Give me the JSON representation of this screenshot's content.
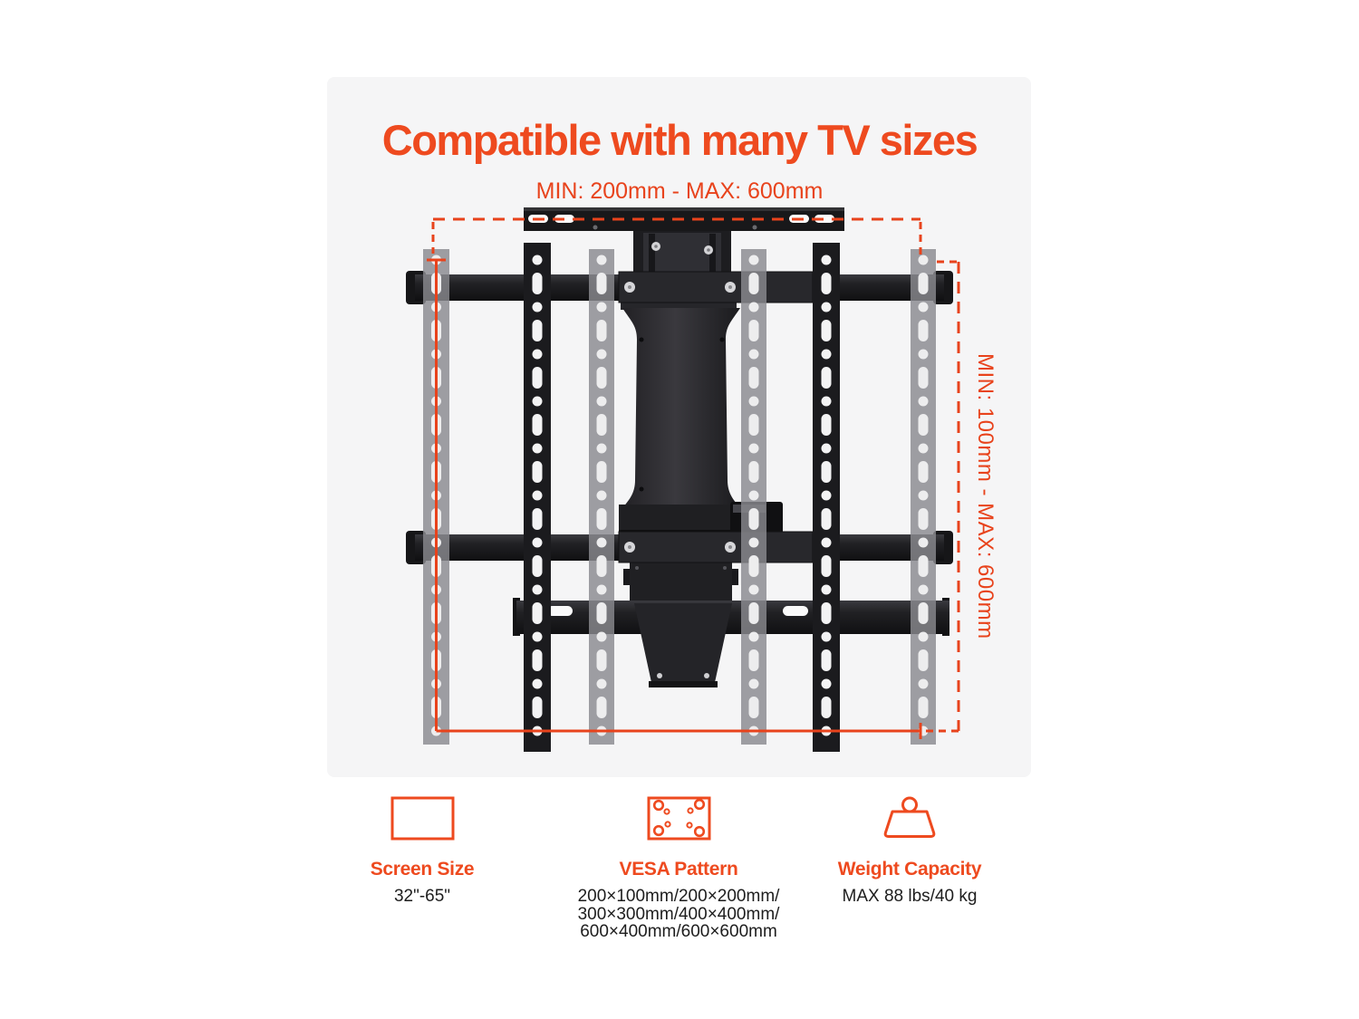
{
  "title": "Compatible with many TV sizes",
  "colors": {
    "accent": "#ee4a1f",
    "dimension_line": "#e8431c",
    "metal_dark": "#1c1c1f",
    "rail_gray": "#8a8a8f",
    "panel_background": "#f5f5f6"
  },
  "diagram": {
    "top_dimension_label": "MIN: 200mm - MAX: 600mm",
    "side_dimension_label": "MIN: 100mm - MAX: 600mm"
  },
  "specs": [
    {
      "icon": "screen-size-icon",
      "label": "Screen Size",
      "value": "32\"-65\""
    },
    {
      "icon": "vesa-pattern-icon",
      "label": "VESA Pattern",
      "values": [
        "200×100mm/200×200mm/",
        "300×300mm/400×400mm/",
        "600×400mm/600×600mm"
      ]
    },
    {
      "icon": "weight-capacity-icon",
      "label": "Weight Capacity",
      "value": "MAX 88 lbs/40 kg"
    }
  ]
}
